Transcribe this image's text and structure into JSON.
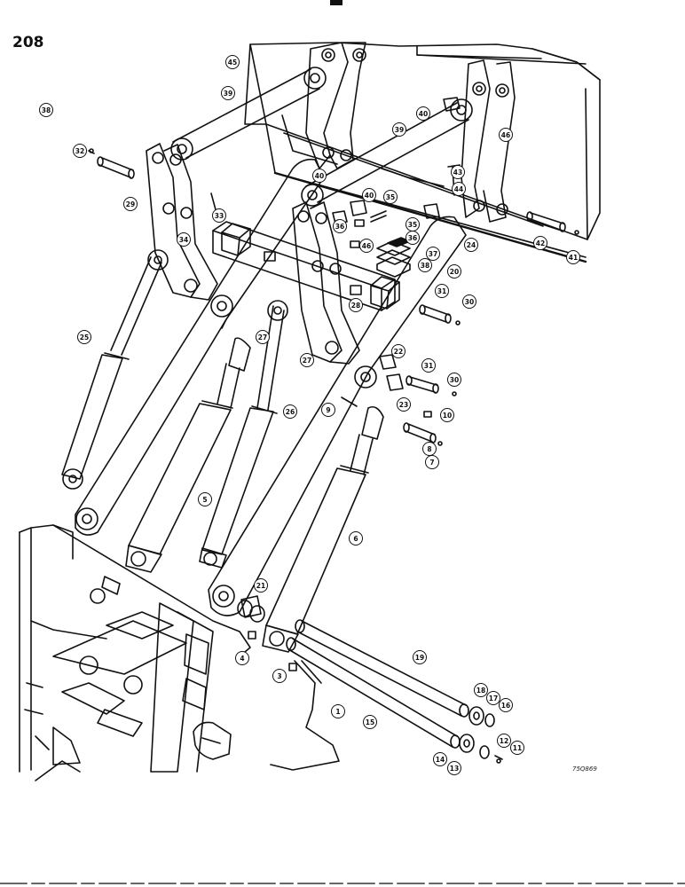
{
  "page": {
    "number": "208",
    "drawing_code": "75Q869"
  },
  "callouts": [
    "45",
    "39",
    "40",
    "46",
    "39",
    "38",
    "32",
    "29",
    "33",
    "34",
    "40",
    "40",
    "35",
    "35",
    "36",
    "36",
    "37",
    "46",
    "43",
    "44",
    "42",
    "41",
    "24",
    "20",
    "38",
    "31",
    "30",
    "28",
    "27",
    "27",
    "25",
    "22",
    "23",
    "31",
    "30",
    "9",
    "10",
    "8",
    "7",
    "26",
    "5",
    "6",
    "21",
    "4",
    "3",
    "19",
    "18",
    "17",
    "16",
    "1",
    "15",
    "12",
    "11",
    "14",
    "13"
  ]
}
